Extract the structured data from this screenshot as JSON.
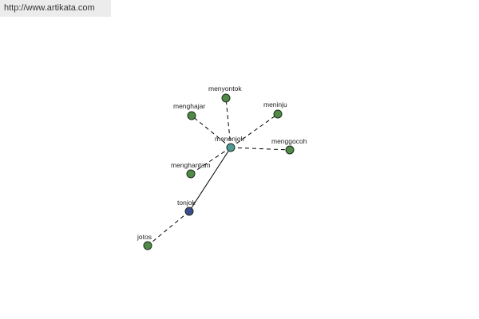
{
  "banner": {
    "url_text": "http://www.artikata.com"
  },
  "colors": {
    "leaf_node": "#4f8a46",
    "center_node": "#4f9a98",
    "root_node": "#3b4b8f",
    "node_stroke": "#1e2e1e",
    "edge": "#000000"
  },
  "graph": {
    "nodes": [
      {
        "id": "menonjok",
        "label": "menonjok",
        "kind": "center"
      },
      {
        "id": "menyontok",
        "label": "menyontok",
        "kind": "leaf"
      },
      {
        "id": "menghajar",
        "label": "menghajar",
        "kind": "leaf"
      },
      {
        "id": "meninju",
        "label": "meninju",
        "kind": "leaf"
      },
      {
        "id": "menggocoh",
        "label": "menggocoh",
        "kind": "leaf"
      },
      {
        "id": "menghantam",
        "label": "menghantam",
        "kind": "leaf"
      },
      {
        "id": "tonjok",
        "label": "tonjok",
        "kind": "root"
      },
      {
        "id": "jotos",
        "label": "jotos",
        "kind": "leaf"
      }
    ],
    "edges": [
      {
        "from": "menonjok",
        "to": "menyontok",
        "style": "dashed"
      },
      {
        "from": "menonjok",
        "to": "menghajar",
        "style": "dashed"
      },
      {
        "from": "menonjok",
        "to": "meninju",
        "style": "dashed"
      },
      {
        "from": "menonjok",
        "to": "menggocoh",
        "style": "dashed"
      },
      {
        "from": "menonjok",
        "to": "menghantam",
        "style": "dashed"
      },
      {
        "from": "tonjok",
        "to": "menonjok",
        "style": "solid"
      },
      {
        "from": "tonjok",
        "to": "jotos",
        "style": "dashed"
      }
    ]
  }
}
